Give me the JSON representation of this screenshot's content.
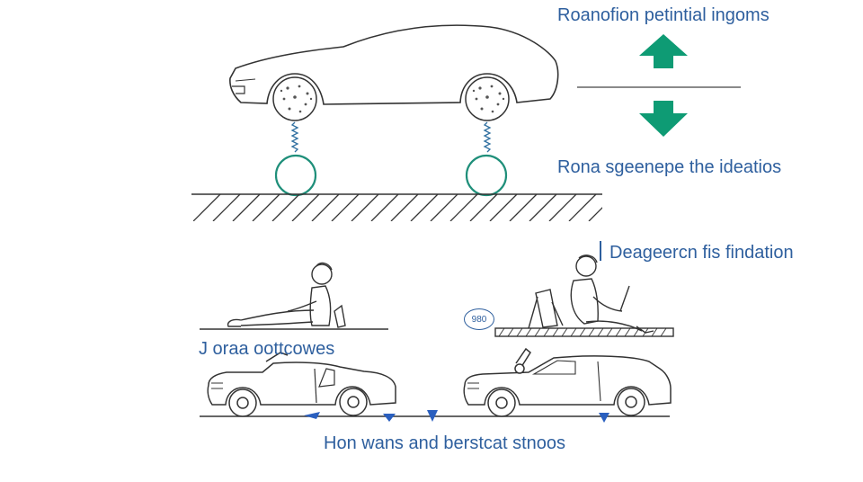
{
  "labels": {
    "top": "Roanofion petintial ingoms",
    "middle": "Rona sgeenepe the ideatios",
    "right": "Deageercn fis findation",
    "left": "J oraa oottcowes",
    "bottom": "Hon wans and berstcat stnoos"
  },
  "badge": {
    "text": "980"
  },
  "colors": {
    "line": "#333333",
    "accent_green": "#0e9b74",
    "circle_teal": "#1f8f7a",
    "text_blue": "#2e5f9e",
    "arrow_blue": "#2a5fbf"
  },
  "icons": {
    "up": "arrow-up-icon",
    "down": "arrow-down-icon"
  }
}
